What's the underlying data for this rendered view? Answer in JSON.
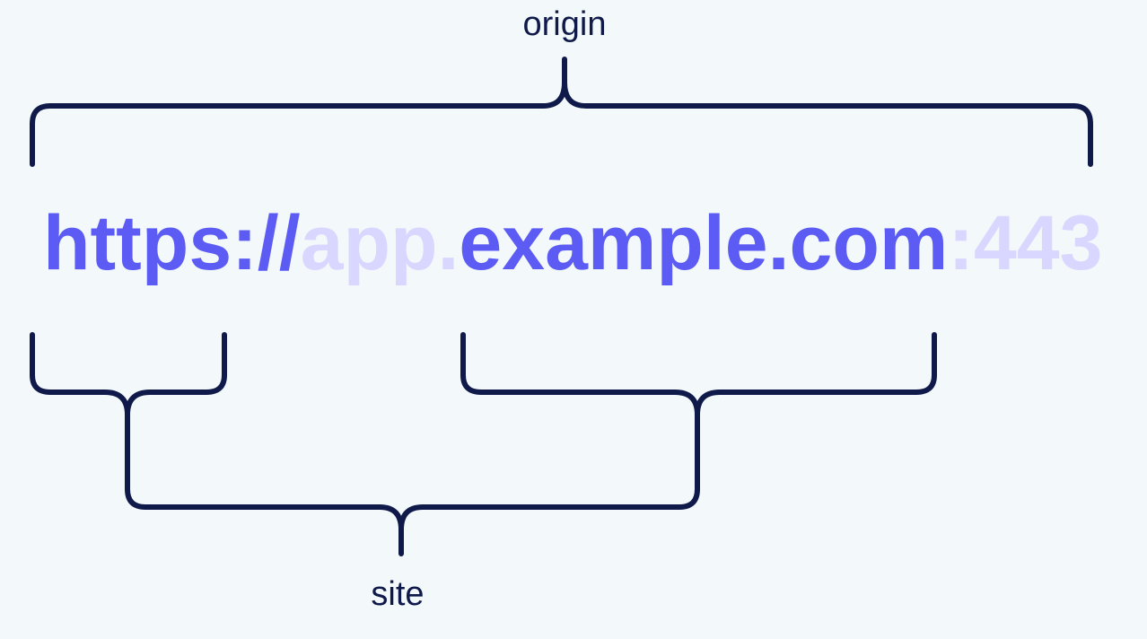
{
  "labels": {
    "origin": "origin",
    "site": "site"
  },
  "url_parts": {
    "scheme": "https://",
    "subdomain": "app.",
    "domain": "example.com",
    "port": ":443"
  },
  "colors": {
    "background": "#f3f9fa",
    "bracket": "#0f1a4a",
    "label": "#0f1a4a",
    "highlight": "#5c5cf5",
    "dimmed": "#d9d6ff"
  }
}
